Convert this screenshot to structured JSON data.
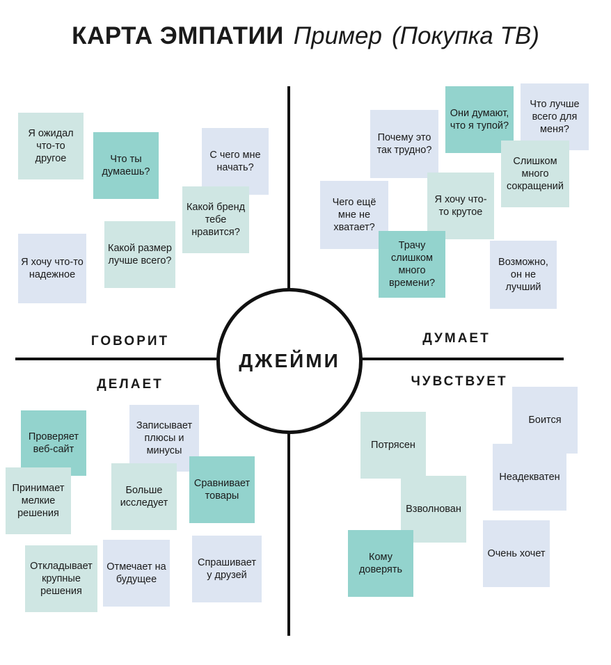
{
  "title": {
    "main": "КАРТА ЭМПАТИИ",
    "example": "Пример",
    "subtitle": "(Покупка ТВ)"
  },
  "center": "ДЖЕЙМИ",
  "quadrants": {
    "says": "ГОВОРИТ",
    "thinks": "ДУМАЕТ",
    "does": "ДЕЛАЕТ",
    "feels": "ЧУВСТВУЕТ"
  },
  "colors": {
    "light": "#cfe6e3",
    "teal": "#93d3cd",
    "blue": "#dde5f2",
    "line": "#111111"
  },
  "notes": {
    "says": [
      "Я ожидал что-то другое",
      "Что ты думаешь?",
      "С чего мне начать?",
      "Какой бренд тебе нравится?",
      "Какой размер лучше всего?",
      "Я хочу что-то надежное"
    ],
    "thinks": [
      "Почему это так трудно?",
      "Они думают, что я тупой?",
      "Что лучше всего для меня?",
      "Слишком много сокращений",
      "Я хочу что-то крутое",
      "Чего ещё мне не хватает?",
      "Трачу слишком много времени?",
      "Возможно, он не лучший"
    ],
    "does": [
      "Проверяет веб-сайт",
      "Записывает плюсы и минусы",
      "Принимает мелкие решения",
      "Больше исследует",
      "Сравнивает товары",
      "Откладывает крупные решения",
      "Отмечает на будущее",
      "Спрашивает у друзей"
    ],
    "feels": [
      "Боится",
      "Потрясен",
      "Неадекватен",
      "Взволнован",
      "Кому доверять",
      "Очень хочет"
    ]
  }
}
